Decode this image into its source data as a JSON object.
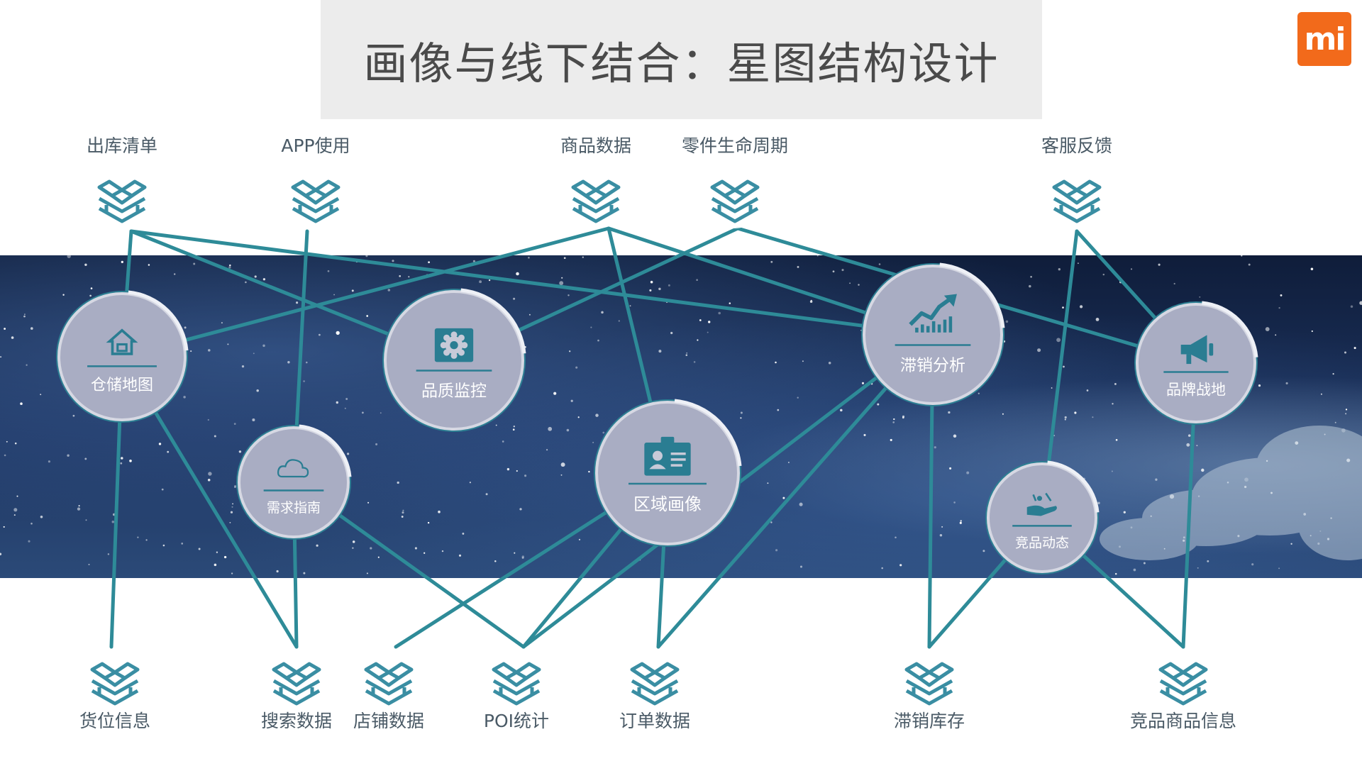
{
  "title": "画像与线下结合：星图结构设计",
  "logo_text": "mi",
  "colors": {
    "line": "#2e8b98",
    "hub_fill": "#a9adc3",
    "hub_ring": "#2d7f93",
    "hub_icon": "#2a7d92",
    "hub_text": "#ffffff",
    "source_icon": "#3a8ea3",
    "source_text": "#4a5a66",
    "title_bg": "#ececec",
    "logo_bg": "#f26a1b"
  },
  "diagram": {
    "top_sources": [
      {
        "id": "t1",
        "label": "出库清单",
        "icon": "box-icon"
      },
      {
        "id": "t2",
        "label": "APP使用",
        "icon": "box-icon"
      },
      {
        "id": "t3",
        "label": "商品数据",
        "icon": "box-icon"
      },
      {
        "id": "t4",
        "label": "零件生命周期",
        "icon": "box-icon"
      },
      {
        "id": "t5",
        "label": "客服反馈",
        "icon": "box-icon"
      }
    ],
    "bottom_sources": [
      {
        "id": "b1",
        "label": "货位信息",
        "icon": "box-icon"
      },
      {
        "id": "b2",
        "label": "搜索数据",
        "icon": "box-icon"
      },
      {
        "id": "b3",
        "label": "店铺数据",
        "icon": "box-icon"
      },
      {
        "id": "b4",
        "label": "POI统计",
        "icon": "box-icon"
      },
      {
        "id": "b5",
        "label": "订单数据",
        "icon": "box-icon"
      },
      {
        "id": "b6",
        "label": "滞销库存",
        "icon": "box-icon"
      },
      {
        "id": "b7",
        "label": "竞品商品信息",
        "icon": "box-icon"
      }
    ],
    "hubs": [
      {
        "id": "h1",
        "label": "仓储地图",
        "icon": "warehouse-icon"
      },
      {
        "id": "h2",
        "label": "品质监控",
        "icon": "gear-icon"
      },
      {
        "id": "h3",
        "label": "需求指南",
        "icon": "cloud-icon"
      },
      {
        "id": "h4",
        "label": "区域画像",
        "icon": "id-card-icon"
      },
      {
        "id": "h5",
        "label": "滞销分析",
        "icon": "trend-chart-icon"
      },
      {
        "id": "h6",
        "label": "品牌战地",
        "icon": "megaphone-icon"
      },
      {
        "id": "h7",
        "label": "竞品动态",
        "icon": "hand-icon"
      }
    ],
    "edges": [
      [
        "t1",
        "h1"
      ],
      [
        "t1",
        "h2"
      ],
      [
        "t1",
        "h5"
      ],
      [
        "t2",
        "h3"
      ],
      [
        "t3",
        "h1"
      ],
      [
        "t3",
        "h4"
      ],
      [
        "t3",
        "h5"
      ],
      [
        "t4",
        "h2"
      ],
      [
        "t4",
        "h6"
      ],
      [
        "t5",
        "h6"
      ],
      [
        "t5",
        "h7"
      ],
      [
        "h1",
        "b1"
      ],
      [
        "h1",
        "b2"
      ],
      [
        "h3",
        "b2"
      ],
      [
        "h3",
        "b4"
      ],
      [
        "h4",
        "b3"
      ],
      [
        "h4",
        "b4"
      ],
      [
        "h4",
        "b5"
      ],
      [
        "h5",
        "b4"
      ],
      [
        "h5",
        "b5"
      ],
      [
        "h5",
        "b6"
      ],
      [
        "h7",
        "b6"
      ],
      [
        "h7",
        "b7"
      ],
      [
        "h6",
        "b7"
      ]
    ]
  }
}
